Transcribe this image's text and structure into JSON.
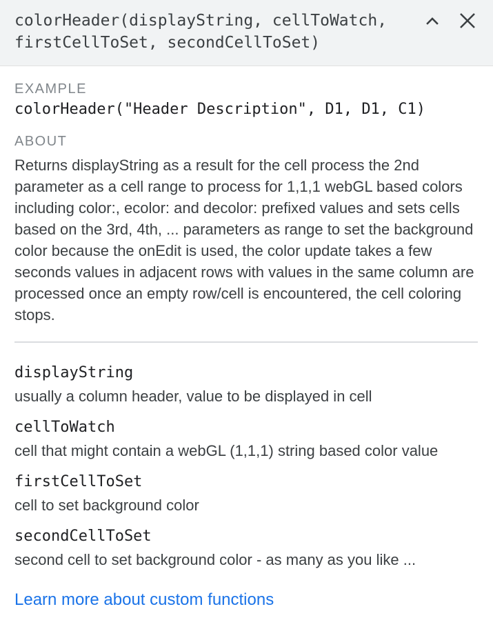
{
  "header": {
    "signature": "colorHeader(displayString, cellToWatch,\nfirstCellToSet, secondCellToSet)",
    "collapse_icon": "chevron-up-icon",
    "close_icon": "close-icon"
  },
  "example": {
    "label": "EXAMPLE",
    "code": "colorHeader(\"Header Description\", D1, D1, C1)"
  },
  "about": {
    "label": "ABOUT",
    "text": "Returns displayString as a result for the cell process the 2nd parameter as a cell range to process for 1,1,1 webGL based colors including color:, ecolor: and decolor: prefixed values and sets cells based on the 3rd, 4th, ... parameters as range to set the background color because the onEdit is used, the color update takes a few seconds values in adjacent rows with values in the same column are processed once an empty row/cell is encountered, the cell coloring stops."
  },
  "parameters": [
    {
      "name": "displayString",
      "description": "usually a column header, value to be displayed in cell"
    },
    {
      "name": "cellToWatch",
      "description": "cell that might contain a webGL (1,1,1) string based color value"
    },
    {
      "name": "firstCellToSet",
      "description": "cell to set background color"
    },
    {
      "name": "secondCellToSet",
      "description": "second cell to set background color - as many as you like ..."
    }
  ],
  "link": {
    "label": "Learn more about custom functions"
  },
  "colors": {
    "header_bg": "#f1f3f4",
    "link": "#1a73e8",
    "label_gray": "#80868b",
    "text": "#3c4043"
  }
}
